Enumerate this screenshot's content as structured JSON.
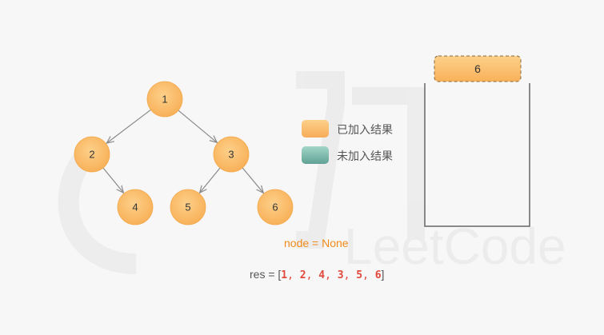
{
  "tree": {
    "nodes": [
      {
        "id": "n1",
        "label": "1"
      },
      {
        "id": "n2",
        "label": "2"
      },
      {
        "id": "n3",
        "label": "3"
      },
      {
        "id": "n4",
        "label": "4"
      },
      {
        "id": "n5",
        "label": "5"
      },
      {
        "id": "n6",
        "label": "6"
      }
    ],
    "edges": [
      [
        "n1",
        "n2"
      ],
      [
        "n1",
        "n3"
      ],
      [
        "n2",
        "n4"
      ],
      [
        "n3",
        "n5"
      ],
      [
        "n3",
        "n6"
      ]
    ]
  },
  "legend": {
    "added_label": "已加入结果",
    "not_added_label": "未加入结果",
    "added_color": "#fbbf6b",
    "not_added_color": "#6fb3a3"
  },
  "stack": {
    "items": [
      "6"
    ]
  },
  "status": {
    "node_text": "node = None"
  },
  "result": {
    "prefix": "res = [",
    "values": [
      "1",
      "2",
      "4",
      "3",
      "5",
      "6"
    ],
    "separator": ",",
    "suffix": "]"
  },
  "watermark": {
    "text": "LeetCode"
  },
  "colors": {
    "node_fill": "#fbbf6b",
    "node_stroke": "#f3a94c",
    "accent": "#f08a1a",
    "result_number": "#e0483a"
  }
}
